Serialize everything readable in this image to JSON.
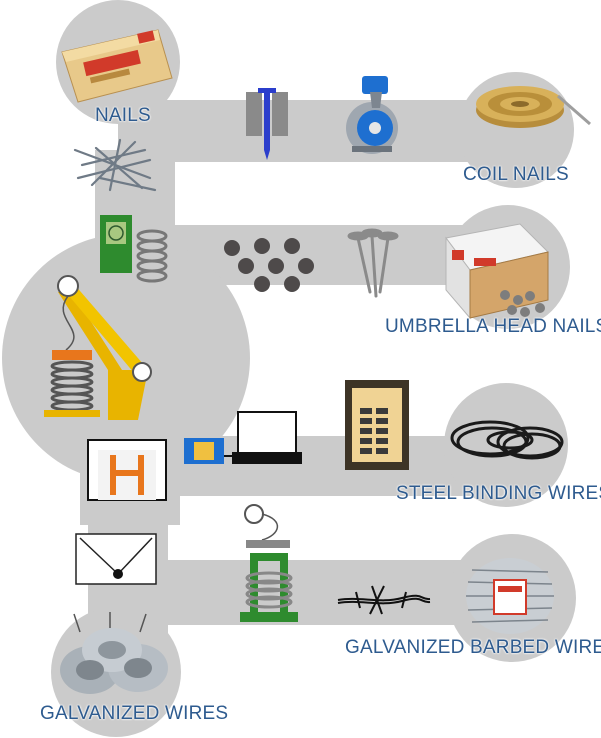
{
  "products": {
    "nails": "NAILS",
    "coil_nails": "COIL NAILS",
    "umbrella_head_nails": "UMBRELLA HEAD NAILS",
    "steel_binding_wires": "STEEL BINDING WIRES",
    "galvanized_barbed_wires": "GALVANIZED BARBED WIRES",
    "galvanized_wires": "GALVANIZED WIRES"
  },
  "colors": {
    "track": "#cbcbcb",
    "label": "#2e5b8f",
    "machine_green": "#2e8b2e",
    "machine_yellow": "#e8b400",
    "machine_orange": "#e8761c",
    "accent_blue": "#1e6fd0"
  }
}
